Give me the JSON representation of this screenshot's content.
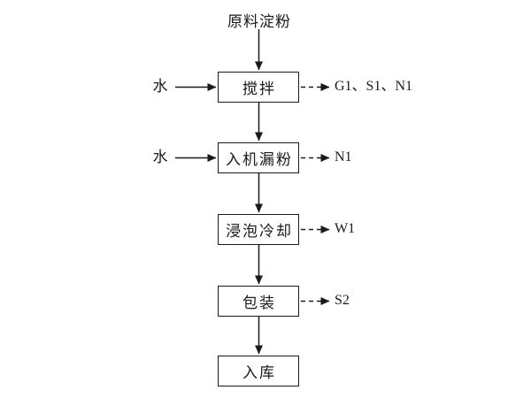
{
  "diagram": {
    "source_label": "原料淀粉",
    "steps": [
      {
        "label": "搅拌",
        "left_input": "水",
        "right_output": "G1、S1、N1"
      },
      {
        "label": "入机漏粉",
        "left_input": "水",
        "right_output": "N1"
      },
      {
        "label": "浸泡冷却",
        "right_output": "W1"
      },
      {
        "label": "包装",
        "right_output": "S2"
      },
      {
        "label": "入库"
      }
    ],
    "colors": {
      "line": "#1a1a1a",
      "background": "#ffffff"
    }
  }
}
